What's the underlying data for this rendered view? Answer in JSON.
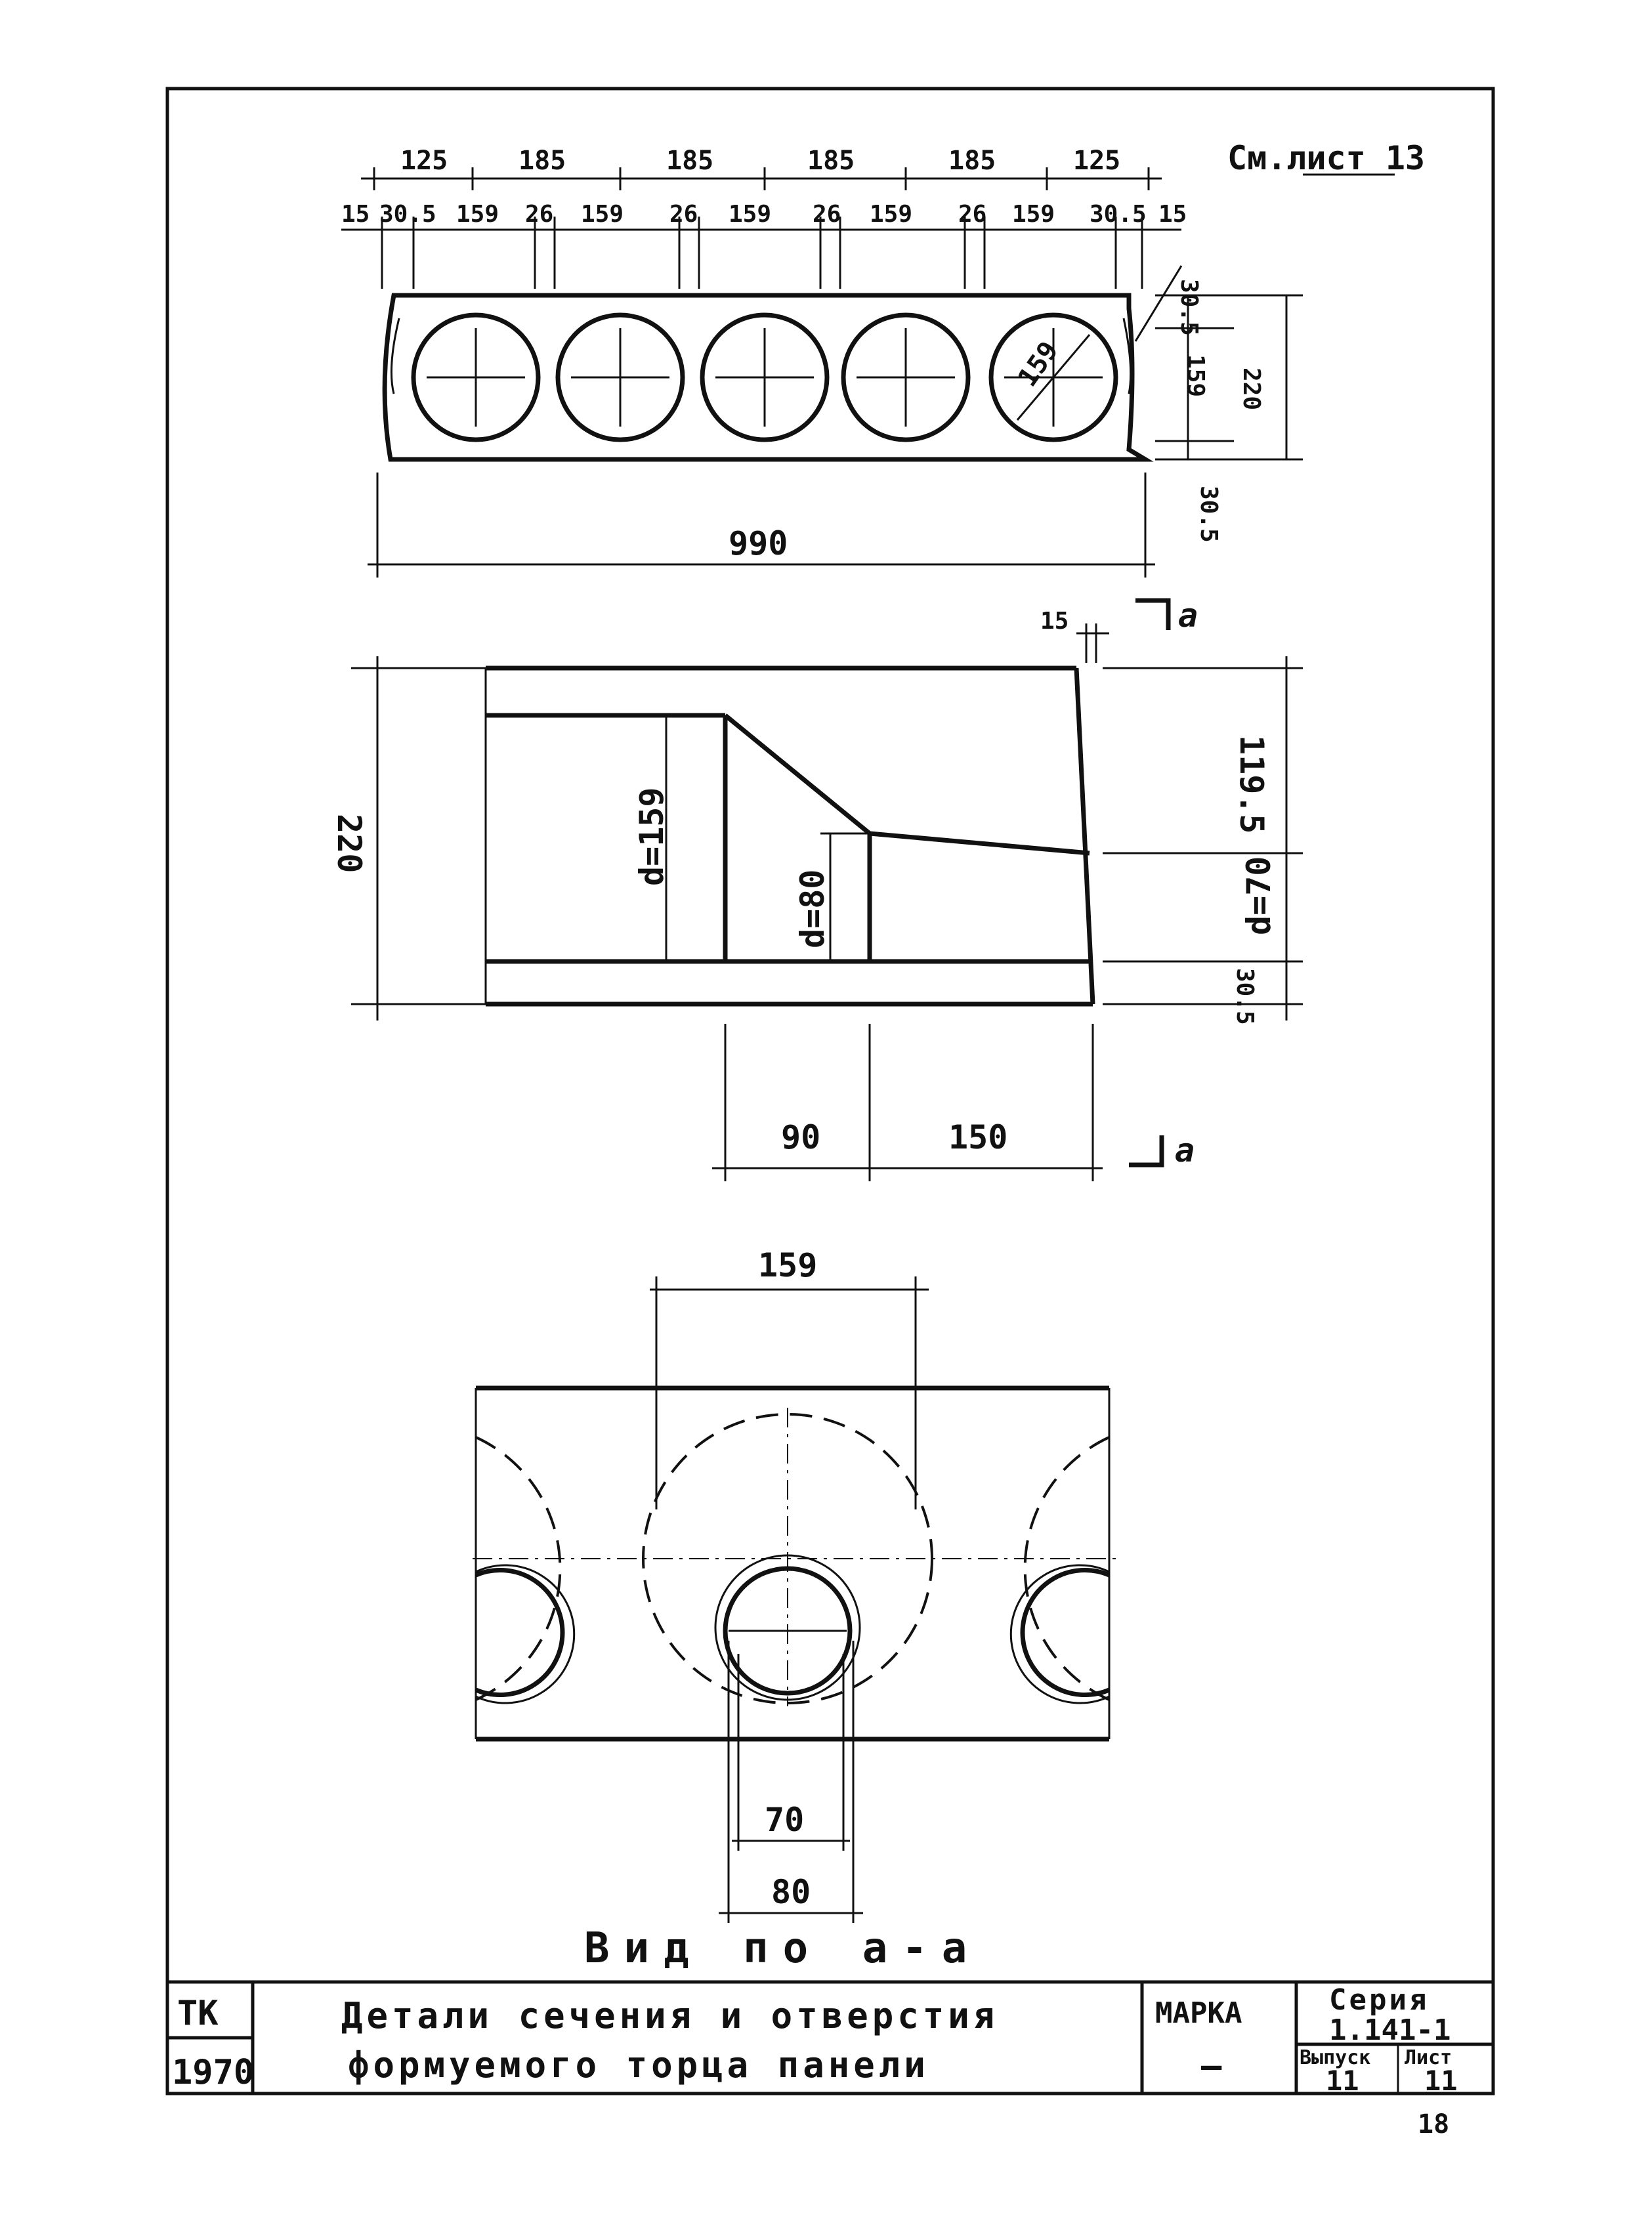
{
  "reference_note": "См.лист 13",
  "plan_view": {
    "dims_top": [
      "125",
      "185",
      "185",
      "185",
      "185",
      "125"
    ],
    "dims_second": [
      "15",
      "30.5",
      "159",
      "26",
      "159",
      "26",
      "159",
      "26",
      "159",
      "26",
      "159",
      "30.5",
      "15"
    ],
    "hole_dia_label": "159",
    "height_dims": [
      "30.5",
      "159",
      "220"
    ],
    "bottom_dim_small": "30.5",
    "overall_length": "990"
  },
  "section_view": {
    "top_offset": "15",
    "section_mark": "a",
    "height_total": "220",
    "d_large": "d=159",
    "d_small": "d=80",
    "right_dims": [
      "119.5",
      "d=70",
      "30.5"
    ],
    "bottom_dims": [
      "90",
      "150"
    ]
  },
  "end_view": {
    "top_dim": "159",
    "inner_dim": "70",
    "outer_dim": "80",
    "caption": "Вид по а-а"
  },
  "title_block": {
    "org": "ТК",
    "year": "1970",
    "title_line1": "Детали сечения и отверстия",
    "title_line2": "формуемого торца панели",
    "marka_label": "МАРКА",
    "marka_value": "—",
    "series_label": "Серия",
    "series_value": "1.141-1",
    "issue_label": "Выпуск",
    "issue_value": "11",
    "sheet_label": "Лист",
    "sheet_value": "11"
  },
  "page_number": "18"
}
